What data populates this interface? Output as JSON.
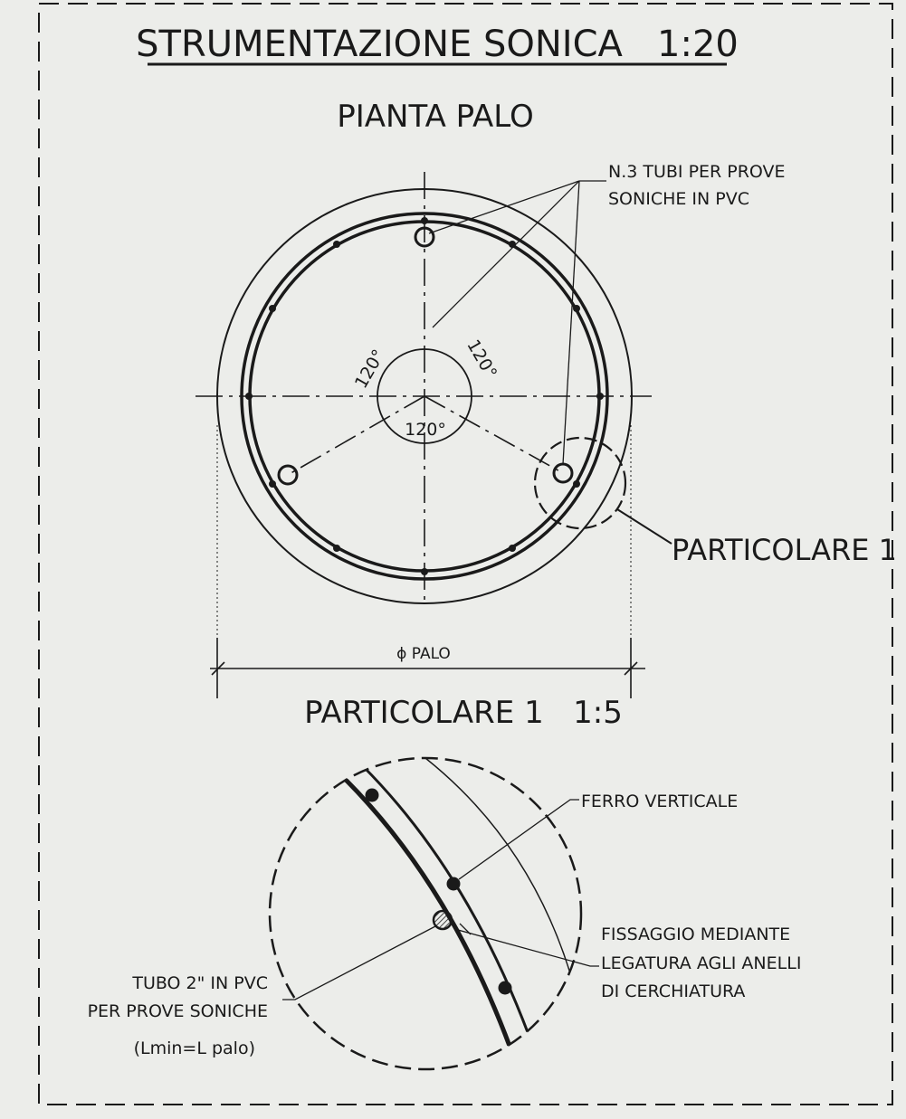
{
  "title": "STRUMENTAZIONE SONICA   1:20",
  "plan_view": {
    "heading": "PIANTA PALO",
    "note_line1": "N.3 TUBI PER PROVE",
    "note_line2": "SONICHE IN PVC",
    "angle_left": "120°",
    "angle_right": "120°",
    "angle_bottom": "120°",
    "detail_callout": "PARTICOLARE 1",
    "diameter_label": "ϕ PALO"
  },
  "detail_view": {
    "heading": "PARTICOLARE 1   1:5",
    "label_vertical_bar": "FERRO VERTICALE",
    "fixing_line1": "FISSAGGIO MEDIANTE",
    "fixing_line2": "LEGATURA AGLI ANELLI",
    "fixing_line3": "DI CERCHIATURA",
    "tube_line1": "TUBO 2\" IN PVC",
    "tube_line2": "PER PROVE SONICHE",
    "tube_line3": "(Lmin=L palo)"
  }
}
